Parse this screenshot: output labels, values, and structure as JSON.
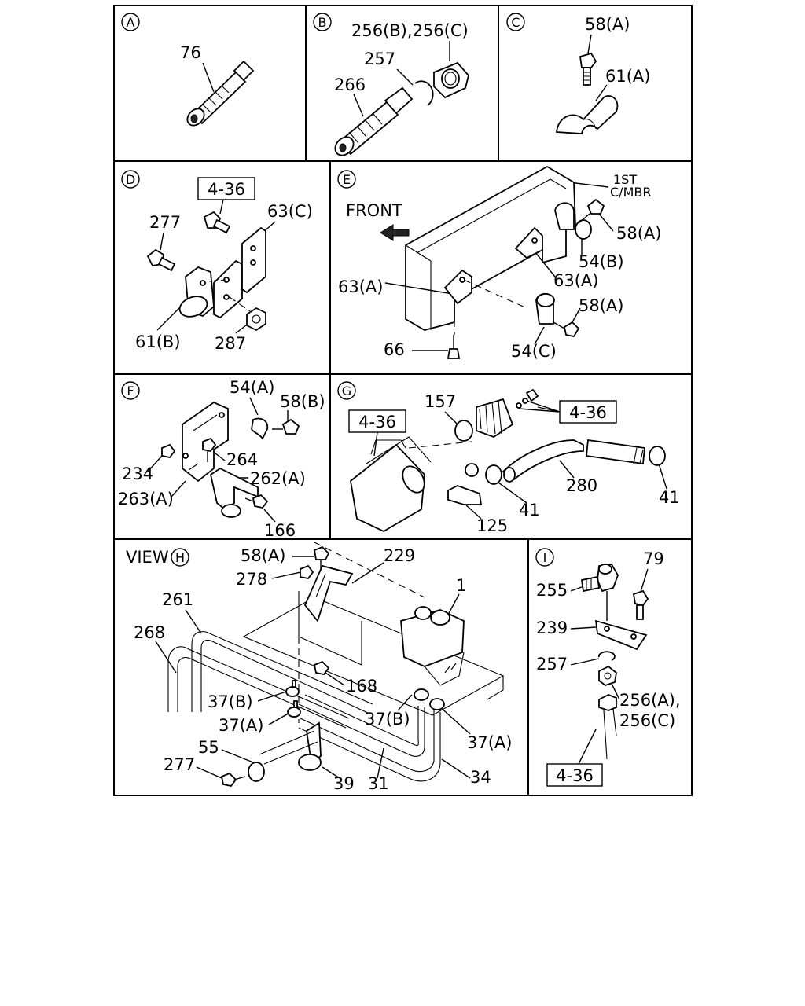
{
  "panels": {
    "A": {
      "letter": "A",
      "labels": {
        "p76": "76"
      }
    },
    "B": {
      "letter": "B",
      "labels": {
        "p256bc": "256(B),256(C)",
        "p257": "257",
        "p266": "266"
      }
    },
    "C": {
      "letter": "C",
      "labels": {
        "p58a": "58(A)",
        "p61a": "61(A)"
      }
    },
    "D": {
      "letter": "D",
      "labels": {
        "ref": "4-36",
        "p277": "277",
        "p63c": "63(C)",
        "p61b": "61(B)",
        "p287": "287"
      }
    },
    "E": {
      "letter": "E",
      "labels": {
        "front": "FRONT",
        "mbr1": "1ST",
        "mbr2": "C/MBR",
        "p58a_1": "58(A)",
        "p54b": "54(B)",
        "p63a_1": "63(A)",
        "p63a_2": "63(A)",
        "p58a_2": "58(A)",
        "p66": "66",
        "p54c": "54(C)"
      }
    },
    "F": {
      "letter": "F",
      "labels": {
        "p54a": "54(A)",
        "p58b": "58(B)",
        "p264": "264",
        "p234": "234",
        "p262a": "262(A)",
        "p263a": "263(A)",
        "p166": "166"
      }
    },
    "G": {
      "letter": "G",
      "labels": {
        "p157": "157",
        "ref1": "4-36",
        "ref2": "4-36",
        "p280": "280",
        "p41_1": "41",
        "p41_2": "41",
        "p125": "125"
      }
    },
    "H": {
      "view": "VIEW",
      "letter": "H",
      "labels": {
        "p58a": "58(A)",
        "p229": "229",
        "p278": "278",
        "p1": "1",
        "p261": "261",
        "p268": "268",
        "p168": "168",
        "p37b_1": "37(B)",
        "p37a_1": "37(A)",
        "p37b_2": "37(B)",
        "p37a_2": "37(A)",
        "p55": "55",
        "p277": "277",
        "p39": "39",
        "p31": "31",
        "p34": "34"
      }
    },
    "I": {
      "letter": "I",
      "labels": {
        "p79": "79",
        "p255": "255",
        "p239": "239",
        "p257": "257",
        "p256a": "256(A),",
        "p256c": "256(C)",
        "ref": "4-36"
      }
    }
  }
}
